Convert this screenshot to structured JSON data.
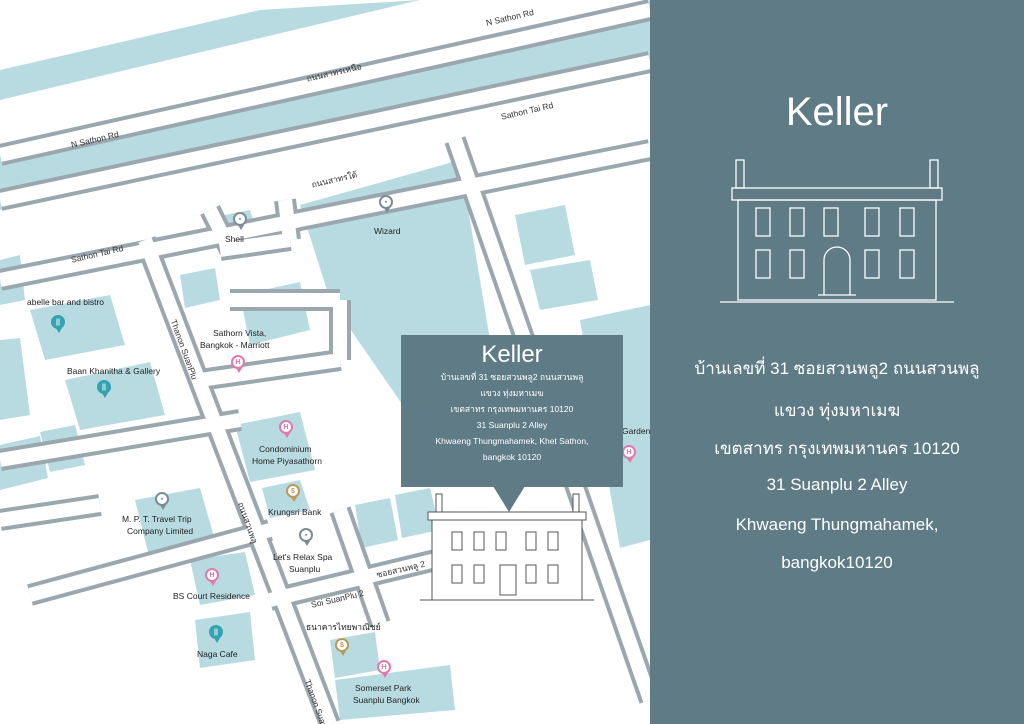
{
  "map": {
    "roads": {
      "n_sathon_top": "N Sathon Rd",
      "thanon_sathon_nuea": "ถนนสาทรเหนือ",
      "n_sathon_left": "N Sathon Rd",
      "sathon_tai_top": "Sathon Tai Rd",
      "thanon_sathon_tai": "ถนนสาทรใต้",
      "sathon_tai_left": "Sathon Tai Rd",
      "thanon_suanplu_upper": "Thanon SuanPlu",
      "thanon_suanplu_thai": "ถนนสวนพลู",
      "soi_suanplu_2": "Soi SuanPlu 2",
      "soi_suanplu_2_thai": "ซอยสวนพลู 2",
      "thanon_suanplu_lower": "Thanon Suan"
    },
    "pois": [
      {
        "label": "Shell",
        "icon": "briefcase-icon",
        "color": "grey"
      },
      {
        "label": "Wizard",
        "icon": "briefcase-icon",
        "color": "grey"
      },
      {
        "label": "abelle bar and bistro",
        "icon": "restaurant-icon",
        "color": "teal"
      },
      {
        "label": "Sathorn Vista,",
        "label2": "Bangkok - Marriott",
        "icon": "hotel-icon",
        "color": "pink"
      },
      {
        "label": "Baan Khanitha & Gallery",
        "icon": "restaurant-icon",
        "color": "teal"
      },
      {
        "label": "Condominium",
        "label2": "Home Piyasathorn",
        "icon": "hotel-icon",
        "color": "pink"
      },
      {
        "label": "Krungsri Bank",
        "icon": "bank-icon",
        "color": "gold"
      },
      {
        "label": "M. P. T. Travel Trip",
        "label2": "Company Limited",
        "icon": "briefcase-icon",
        "color": "grey"
      },
      {
        "label": "Let's Relax Spa",
        "label2": "Suanplu",
        "icon": "briefcase-icon",
        "color": "grey"
      },
      {
        "label": "BS Court Residence",
        "icon": "hotel-icon",
        "color": "pink"
      },
      {
        "label": "ธนาคารไทยพาณิชย์",
        "icon": "bank-icon",
        "color": "gold"
      },
      {
        "label": "Naga Cafe",
        "icon": "restaurant-icon",
        "color": "teal"
      },
      {
        "label": "Somerset Park",
        "label2": "Suanplu Bangkok",
        "icon": "hotel-icon",
        "color": "pink"
      },
      {
        "label": "Gardens",
        "icon": "hotel-icon",
        "color": "pink"
      }
    ],
    "callout": {
      "title": "Keller",
      "lines": [
        "บ้านเลขที่ 31 ซอยสวนพลู2 ถนนสวนพลู",
        "แขวง ทุ่งมหาเมฆ",
        "เขตสาทร กรุงเทพมหานคร 10120",
        "31 Suanplu 2 Alley",
        "Khwaeng Thungmahamek, Khet Sathon,",
        "bangkok 10120"
      ]
    }
  },
  "side": {
    "title": "Keller",
    "address_lines": [
      "บ้านเลขที่ 31 ซอยสวนพลู2 ถนนสวนพลู",
      "แขวง ทุ่งมหาเมฆ",
      "เขตสาทร กรุงเทพมหานคร 10120",
      "31 Suanplu 2 Alley",
      "Khwaeng Thungmahamek,",
      "bangkok10120"
    ]
  },
  "colors": {
    "panel": "#5f7b85",
    "block": "#b8dbe2",
    "road": "#9ba7ae",
    "road_inner": "#ffffff"
  }
}
